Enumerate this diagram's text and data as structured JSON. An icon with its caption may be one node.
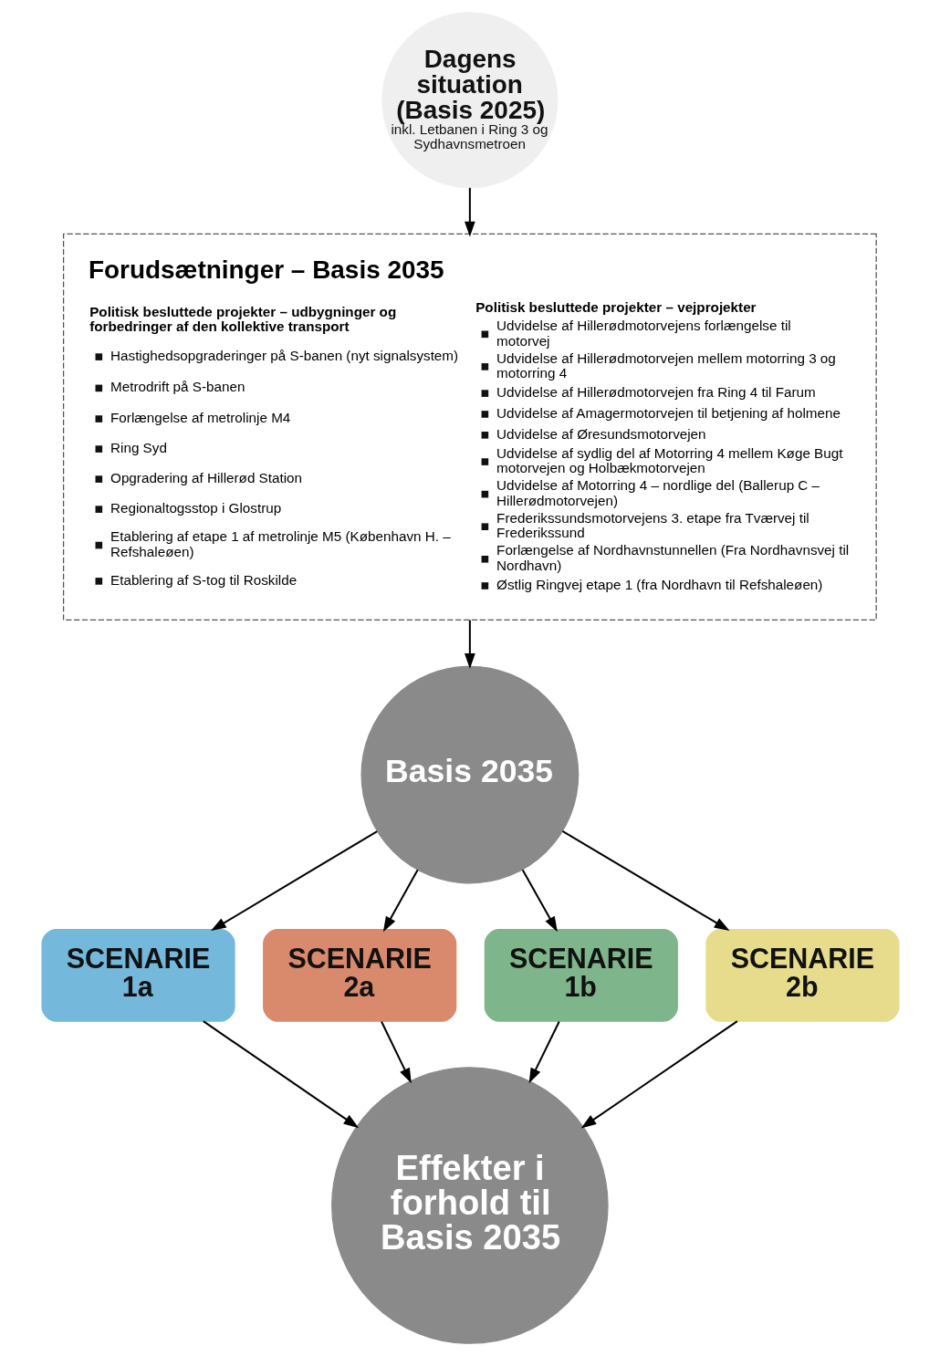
{
  "diagram": {
    "nodes": [
      {
        "text": [
          "Dagens situation (Basis 2025)",
          "inkl. Letbanen i Ring 3 og Sydhavnsmetroen"
        ]
      },
      {
        "text": [
          "Forudsætninger – Basis 2035",
          "Politisk besluttede projekter – udbygninger og forbedringer af den kollektive transport",
          "Hastighedsopgraderinger på S-banen (nyt signalsystem)",
          "Metrodrift på S-banen",
          "Forlængelse af metrolinje M4",
          "Ring Syd",
          "Opgradering af Hillerød Station",
          "Regionaltogsstop i Glostrup",
          "Etablering af etape 1 af metrolinje M5 (København H. – Refshaleøen)",
          "Etablering af S-tog til Roskilde",
          "Politisk besluttede projekter – vejprojekter",
          "Udvidelse af Hillerødmotorvejens forlængelse til motorvej",
          "Udvidelse af Hillerødmotorvejen mellem motorring 3 og motorring 4",
          "Udvidelse af Hillerødmotorvejen fra Ring 4 til Farum",
          "Udvidelse af Amagermotorvejen til betjening af holmene",
          "Udvidelse af Øresundsmotorvejen",
          "Udvidelse af sydlig del af Motorring 4 mellem Køge Bugt motorvejen og Holbækmotorvejen",
          "Udvidelse af Motorring 4 – nordlige del (Ballerup C – Hillerødmotorvejen)",
          "Frederikssundsmotorvejens 3. etape fra Tværvej til Frederikssund",
          "Forlængelse af Nordhavnstunnellen (Fra Nordhavnsvej til Nordhavn)",
          "Østlig Ringvej etape 1 (fra Nordhavn til Refshaleøen)"
        ]
      },
      {
        "text": [
          "Basis 2035"
        ]
      },
      {
        "text": [
          "SCENARIE 1a"
        ]
      },
      {
        "text": [
          "SCENARIE 2a"
        ]
      },
      {
        "text": [
          "SCENARIE 1b"
        ]
      },
      {
        "text": [
          "SCENARIE 2b"
        ]
      },
      {
        "text": [
          "Effekter i forhold til Basis 2035"
        ]
      }
    ],
    "edges": [
      {
        "from": 0,
        "to": 1,
        "arrow": "to"
      },
      {
        "from": 1,
        "to": 2,
        "arrow": "to"
      },
      {
        "from": 2,
        "to": 3,
        "arrow": "to"
      },
      {
        "from": 2,
        "to": 4,
        "arrow": "to"
      },
      {
        "from": 2,
        "to": 5,
        "arrow": "to"
      },
      {
        "from": 2,
        "to": 6,
        "arrow": "to"
      },
      {
        "from": 3,
        "to": 7,
        "arrow": "to"
      },
      {
        "from": 4,
        "to": 7,
        "arrow": "to"
      },
      {
        "from": 5,
        "to": 7,
        "arrow": "to"
      },
      {
        "from": 6,
        "to": 7,
        "arrow": "to"
      }
    ]
  }
}
